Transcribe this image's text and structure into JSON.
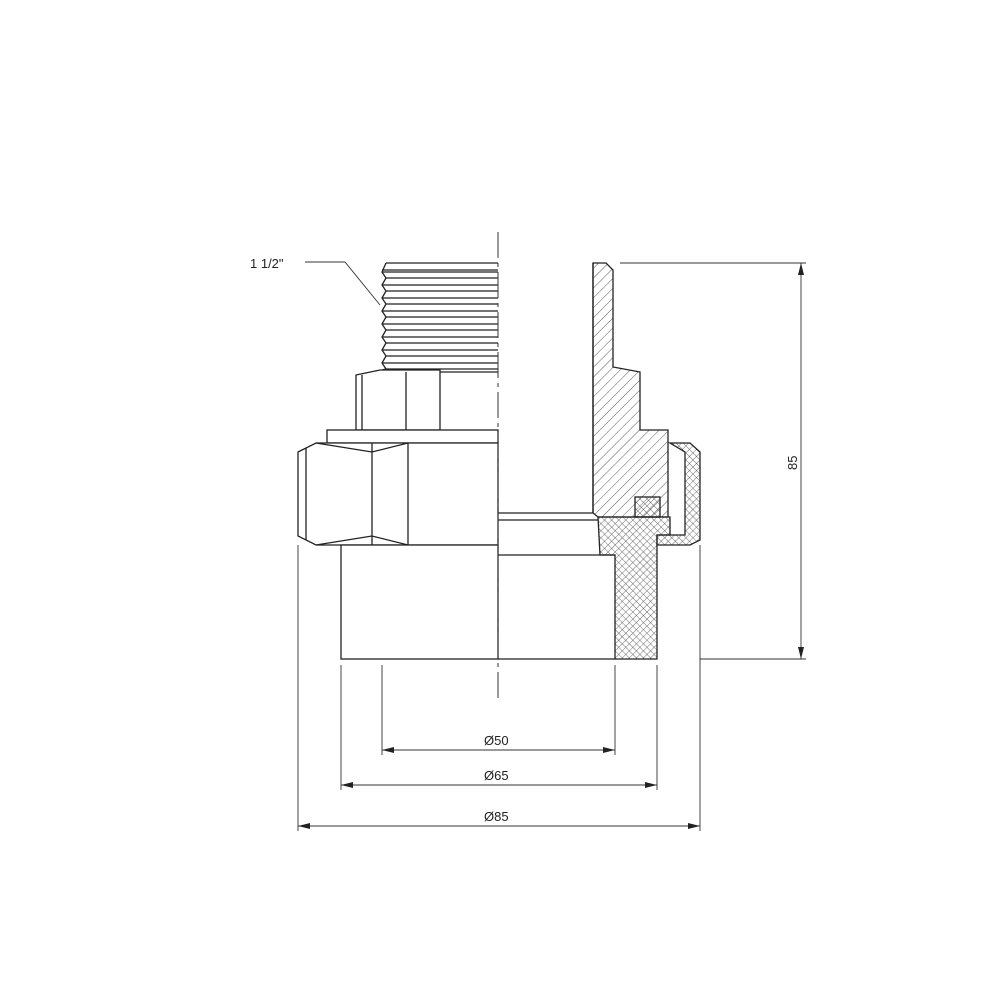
{
  "drawing": {
    "thread_label": "1 1/2\"",
    "height_dim": "85",
    "dim_inner": "Ø50",
    "dim_socket": "Ø65",
    "dim_nut": "Ø85"
  },
  "colors": {
    "line": "#222222",
    "background": "#ffffff"
  }
}
